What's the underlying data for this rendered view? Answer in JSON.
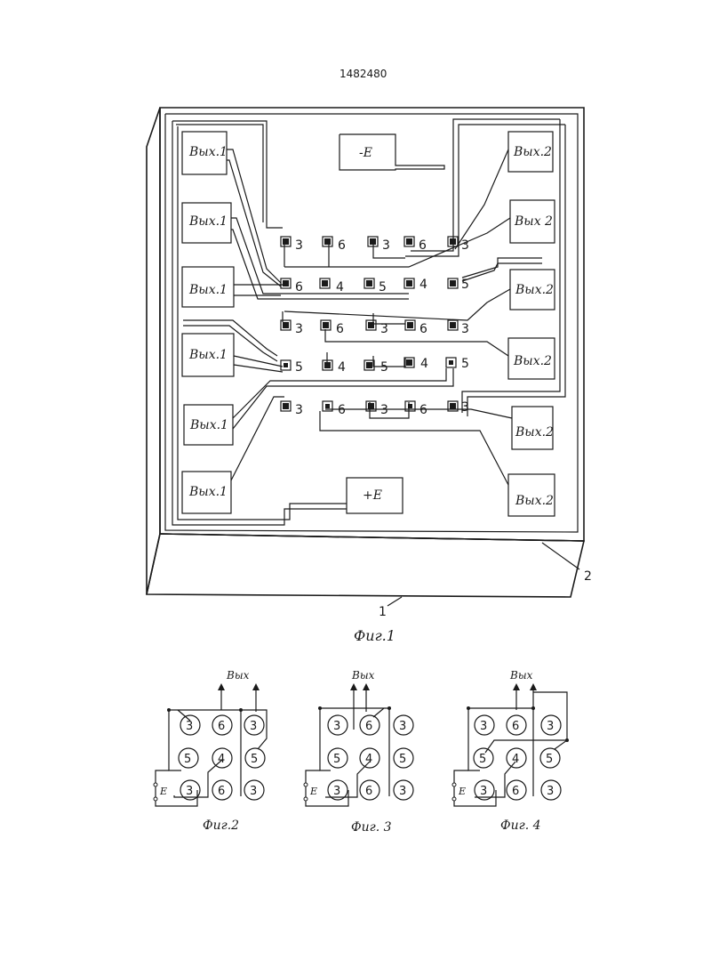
{
  "document": {
    "patent_number": "1482480",
    "fig1": {
      "caption": "Фиг.1",
      "ref_substrate": "1",
      "ref_layer": "2",
      "left_pads": [
        "Вых.1",
        "Вых.1",
        "Вых.1",
        "Вых.1",
        "Вых.1",
        "Вых.1"
      ],
      "right_pads": [
        "Вых.2",
        "Вых 2",
        "Вых.2",
        "Вых.2",
        "Вых.2",
        "Вых.2"
      ],
      "minus_pad": "-Е",
      "plus_pad": "+Е",
      "rows": [
        [
          "3",
          "6",
          "3",
          "6",
          "3"
        ],
        [
          "6",
          "4",
          "5",
          "4",
          "5"
        ],
        [
          "3",
          "6",
          "3",
          "6",
          "3"
        ],
        [
          "5",
          "4",
          "5",
          "4",
          "5"
        ],
        [
          "3",
          "6",
          "3",
          "6",
          "3"
        ]
      ]
    },
    "small_figs": [
      {
        "caption": "Фиг.2",
        "out_label": "Вых",
        "e_label": "Е",
        "grid": [
          [
            "3",
            "6",
            "3"
          ],
          [
            "5",
            "4",
            "5"
          ],
          [
            "3",
            "6",
            "3"
          ]
        ]
      },
      {
        "caption": "Фиг. 3",
        "out_label": "Вых",
        "e_label": "Е",
        "grid": [
          [
            "3",
            "6",
            "3"
          ],
          [
            "5",
            "4",
            "5"
          ],
          [
            "3",
            "6",
            "3"
          ]
        ]
      },
      {
        "caption": "Фиг. 4",
        "out_label": "Вых",
        "e_label": "Е",
        "grid": [
          [
            "3",
            "6",
            "3"
          ],
          [
            "5",
            "4",
            "5"
          ],
          [
            "3",
            "6",
            "3"
          ]
        ]
      }
    ]
  }
}
